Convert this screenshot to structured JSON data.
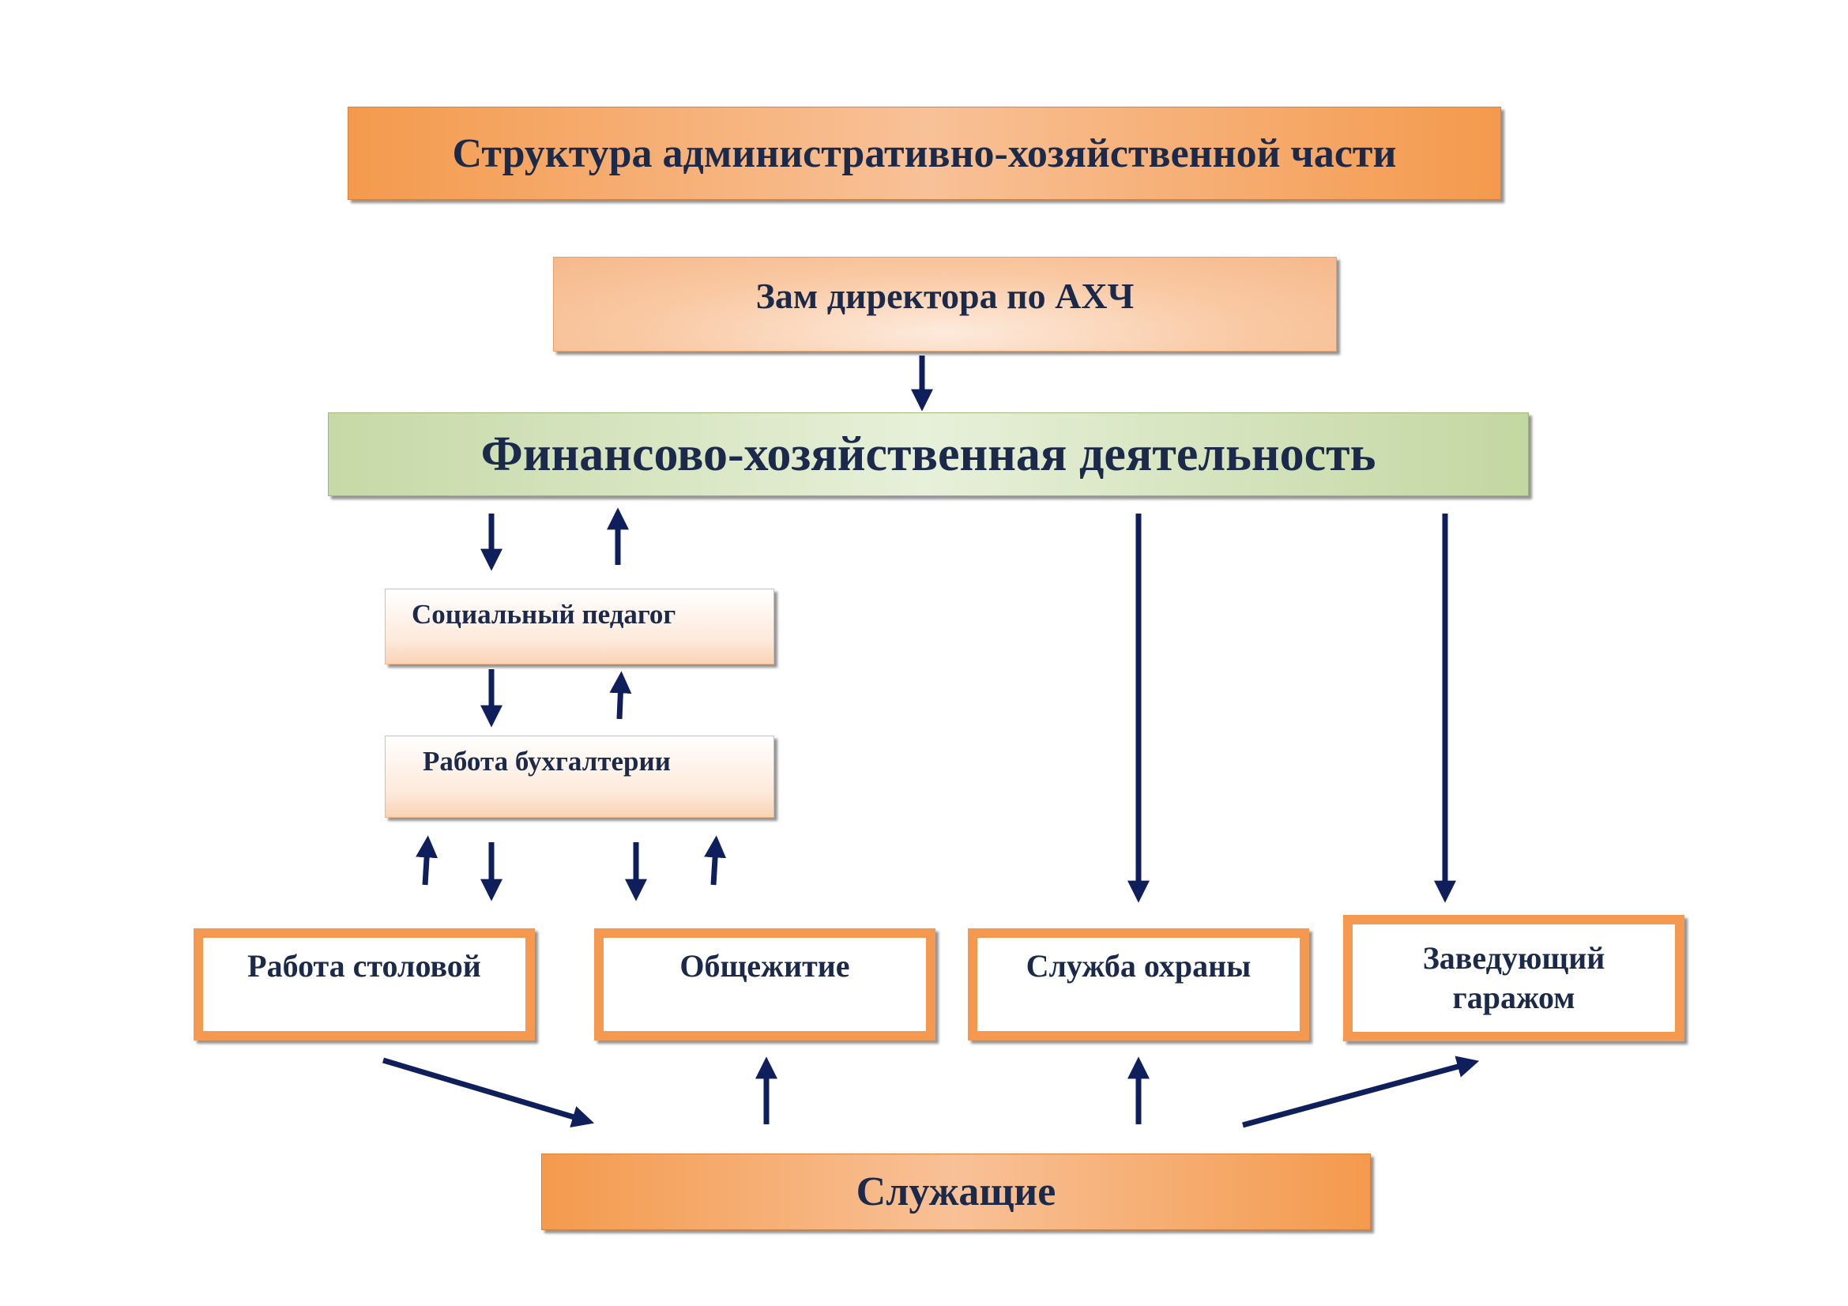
{
  "title": "Структура административно-хозяйственной части",
  "deputy": "Зам директора по АХЧ",
  "finance": "Финансово-хозяйственная деятельность",
  "social_teacher": "Социальный педагог",
  "accounting": "Работа бухгалтерии",
  "units": {
    "canteen": "Работа столовой",
    "dormitory": "Общежитие",
    "security": "Служба охраны",
    "garage_line1": "Заведующий",
    "garage_line2": "гаражом"
  },
  "employees": "Служащие",
  "colors": {
    "orange": "#f49a4d",
    "green": "#c6d9a6",
    "arrow": "#0f1f5c",
    "text": "#1b2a4a"
  }
}
